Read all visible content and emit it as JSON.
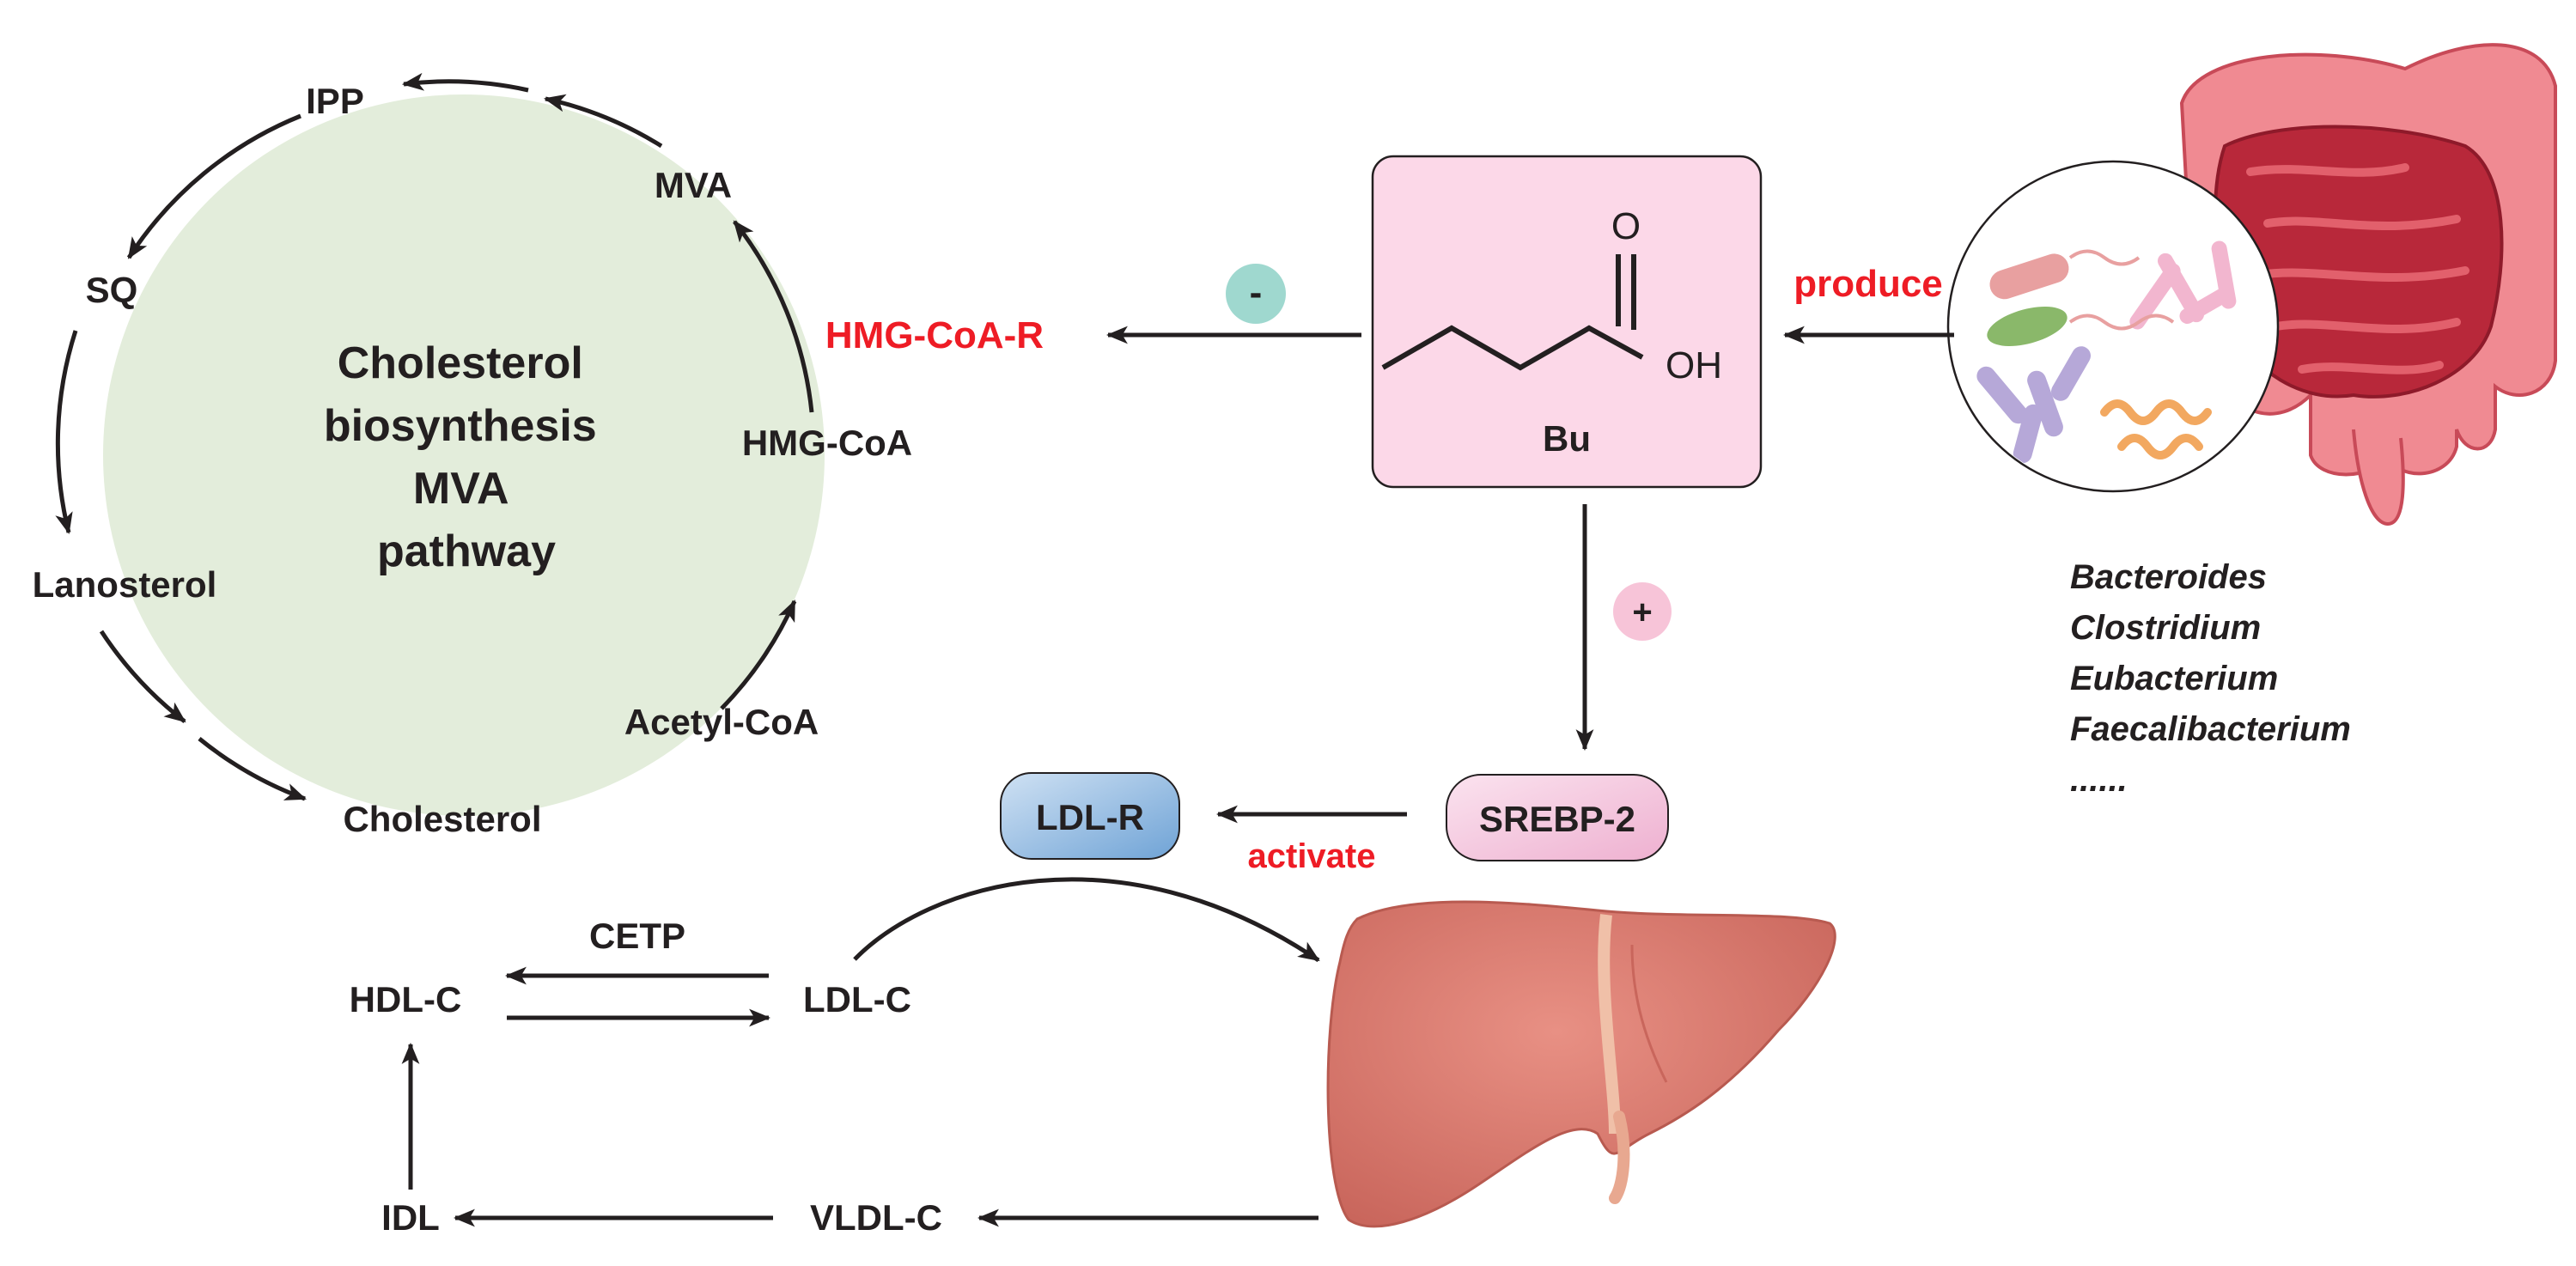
{
  "cycle": {
    "title_lines": [
      "Cholesterol",
      "biosynthesis",
      "MVA",
      "pathway"
    ],
    "nodes": {
      "ipp": "IPP",
      "mva": "MVA",
      "sq": "SQ",
      "hmg_coa": "HMG-CoA",
      "lanosterol": "Lanosterol",
      "acetyl_coa": "Acetyl-CoA",
      "cholesterol": "Cholesterol"
    }
  },
  "butyrate": {
    "label": "Bu",
    "atom_o": "O",
    "atom_oh": "OH"
  },
  "regulation": {
    "target_inhibit": "HMG-CoA-R",
    "inhibit_sign": "-",
    "activate_sign": "+",
    "srebp": "SREBP-2",
    "ldlr": "LDL-R",
    "activate_label": "activate"
  },
  "gut": {
    "produce_label": "produce",
    "bacteria": [
      "Bacteroides",
      "Clostridium",
      "Eubacterium",
      "Faecalibacterium",
      "......"
    ]
  },
  "lipoproteins": {
    "hdl": "HDL-C",
    "ldl": "LDL-C",
    "cetp": "CETP",
    "idl": "IDL",
    "vldl": "VLDL-C"
  },
  "colors": {
    "cycle_fill": "#e3eddb",
    "bu_box": "#fcd8e8",
    "minus_badge": "#9fd8cf",
    "plus_badge": "#f7c4d8",
    "srebp_box": "#f4c6de",
    "ldlr_box": "#8fb8e0",
    "liver": "#d9786d",
    "intestine": "#c8384a",
    "red_text": "#ee1c25"
  }
}
